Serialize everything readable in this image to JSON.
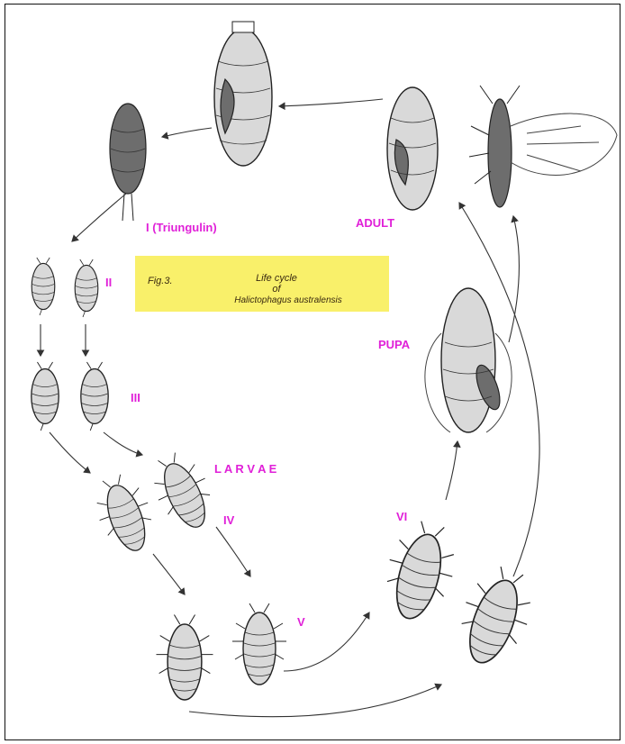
{
  "labels": {
    "stage_I": "I (Triungulin)",
    "stage_II": "II",
    "stage_III": "III",
    "stage_IV": "IV",
    "stage_V": "V",
    "stage_VI": "VI",
    "larvae": "L A R V A E",
    "adult": "ADULT",
    "pupa": "PUPA"
  },
  "caption": {
    "fig": "Fig.3.",
    "line1": "Life cycle",
    "line2": "of",
    "line3": "Halictophagus australensis"
  },
  "colors": {
    "label": "#e020d8",
    "caption_box": "#f9f06a",
    "caption_text": "#3a2a10"
  }
}
